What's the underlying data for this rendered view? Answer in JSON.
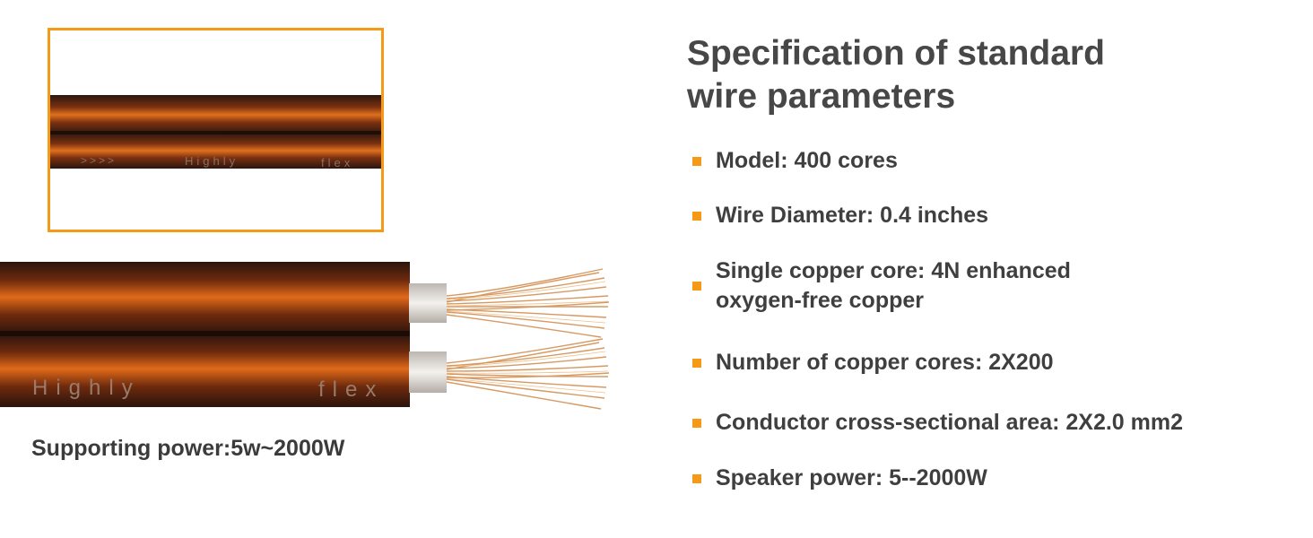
{
  "caption": "Supporting power:5w~2000W",
  "spec": {
    "title_line1": "Specification of standard",
    "title_line2": "wire parameters",
    "items": [
      "Model: 400 cores",
      "Wire Diameter: 0.4 inches",
      "Single copper core: 4N enhanced",
      "oxygen-free copper",
      "Number of copper cores: 2X200",
      "Conductor cross-sectional area: 2X2.0 mm2",
      "Speaker power: 5--2000W"
    ]
  },
  "cable_print": {
    "arrows": ">>>>",
    "word1": "Highly",
    "word2": "flex"
  },
  "colors": {
    "accent": "#f49a17",
    "wire_orange": "#d2621a",
    "wire_dark": "#2e1912",
    "copper": "#d49a5c",
    "text": "#3f3f3f"
  }
}
